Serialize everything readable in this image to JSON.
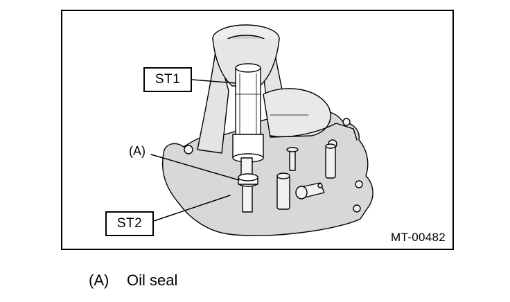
{
  "figure": {
    "callouts": {
      "st1": "ST1",
      "st2": "ST2",
      "a": "(A)"
    },
    "code": "MT-00482"
  },
  "legend": {
    "key": "(A)",
    "text": "Oil seal"
  }
}
